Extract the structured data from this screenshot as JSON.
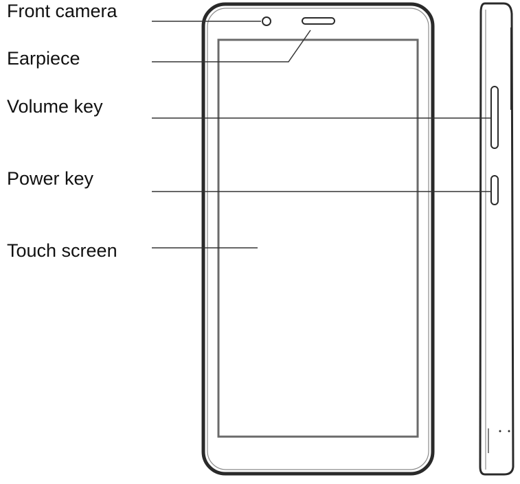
{
  "labels": {
    "front_camera": "Front camera",
    "earpiece": "Earpiece",
    "volume_key": "Volume key",
    "power_key": "Power key",
    "touch_screen": "Touch screen"
  },
  "colors": {
    "outline": "#2a2a2a",
    "leader": "#333333",
    "text": "#111111",
    "background": "#ffffff"
  }
}
